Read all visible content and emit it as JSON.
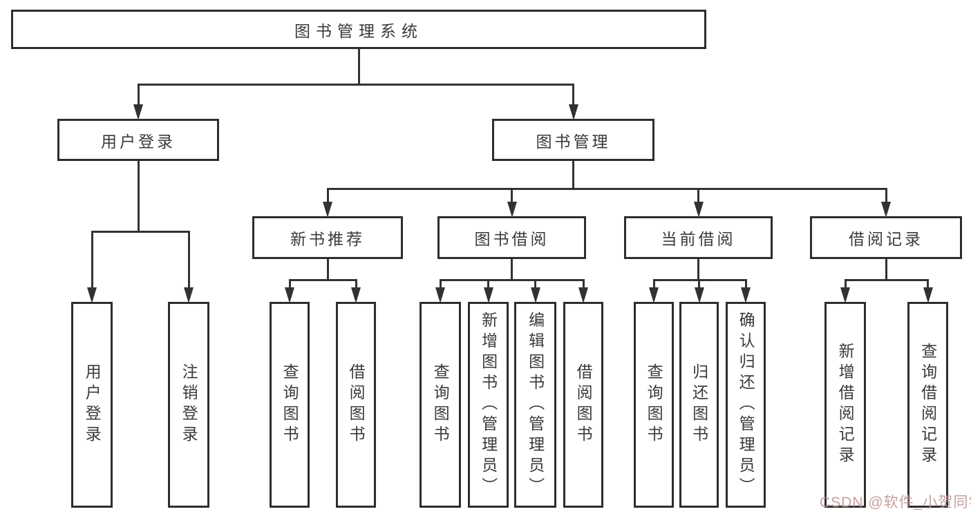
{
  "diagram": {
    "type": "hierarchy-tree",
    "title": "图书管理系统",
    "nodes": [
      {
        "id": "root",
        "label": "图书管理系统"
      },
      {
        "id": "login",
        "label": "用户登录"
      },
      {
        "id": "book-mgmt",
        "label": "图书管理"
      },
      {
        "id": "new-rec",
        "label": "新书推荐"
      },
      {
        "id": "borrow",
        "label": "图书借阅"
      },
      {
        "id": "current",
        "label": "当前借阅"
      },
      {
        "id": "records",
        "label": "借阅记录"
      },
      {
        "id": "login-leaf",
        "label": "用户登录"
      },
      {
        "id": "logout-leaf",
        "label": "注销登录"
      },
      {
        "id": "nr-query",
        "label": "查询图书"
      },
      {
        "id": "nr-borrow",
        "label": "借阅图书"
      },
      {
        "id": "bb-query",
        "label": "查询图书"
      },
      {
        "id": "bb-add",
        "label": "新增图书（管理员）"
      },
      {
        "id": "bb-edit",
        "label": "编辑图书（管理员）"
      },
      {
        "id": "bb-borrow",
        "label": "借阅图书"
      },
      {
        "id": "cb-query",
        "label": "查询图书"
      },
      {
        "id": "cb-return",
        "label": "归还图书"
      },
      {
        "id": "cb-confirm",
        "label": "确认归还（管理员）"
      },
      {
        "id": "br-add",
        "label": "新增借阅记录"
      },
      {
        "id": "br-query",
        "label": "查询借阅记录"
      }
    ],
    "edges": [
      {
        "parent": "root",
        "children": [
          "login",
          "book-mgmt"
        ]
      },
      {
        "parent": "login",
        "children": [
          "login-leaf",
          "logout-leaf"
        ]
      },
      {
        "parent": "book-mgmt",
        "children": [
          "new-rec",
          "borrow",
          "current",
          "records"
        ]
      },
      {
        "parent": "new-rec",
        "children": [
          "nr-query",
          "nr-borrow"
        ]
      },
      {
        "parent": "borrow",
        "children": [
          "bb-query",
          "bb-add",
          "bb-edit",
          "bb-borrow"
        ]
      },
      {
        "parent": "current",
        "children": [
          "cb-query",
          "cb-return",
          "cb-confirm"
        ]
      },
      {
        "parent": "records",
        "children": [
          "br-add",
          "br-query"
        ]
      }
    ],
    "colors": {
      "line": "#323232",
      "border": "#2d2d2d",
      "text": "#3a3a3a",
      "background": "#ffffff",
      "watermark": "#be9191"
    }
  },
  "watermark": {
    "text": "CSDN @软件_小贺同学"
  }
}
